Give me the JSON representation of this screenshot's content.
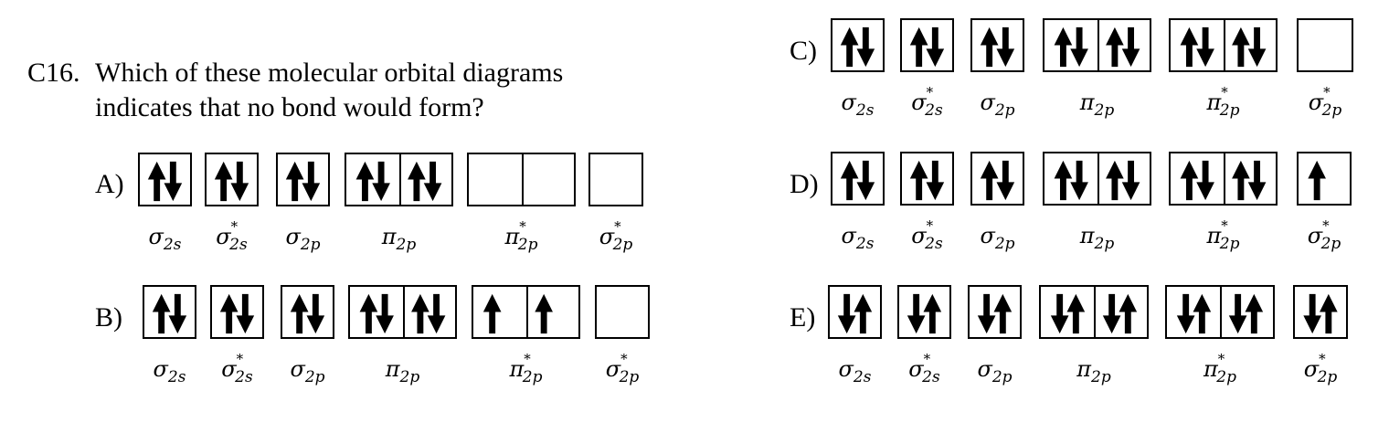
{
  "question": {
    "number": "C16.",
    "line1": "Which of these molecular orbital diagrams",
    "line2": "indicates that no bond would form?"
  },
  "orbital_symbols": {
    "sigma": "σ",
    "pi": "π",
    "sub_2s": "2s",
    "sub_2p": "2p",
    "star": "*"
  },
  "options": [
    {
      "letter": "A)",
      "orbitals": [
        {
          "base": "σ",
          "sub": "2s",
          "star": false,
          "spins": [
            "ud"
          ]
        },
        {
          "base": "σ",
          "sub": "2s",
          "star": true,
          "spins": [
            "ud"
          ]
        },
        {
          "base": "σ",
          "sub": "2p",
          "star": false,
          "spins": [
            "ud"
          ]
        },
        {
          "base": "π",
          "sub": "2p",
          "star": false,
          "spins": [
            "ud",
            "ud"
          ]
        },
        {
          "base": "π",
          "sub": "2p",
          "star": true,
          "spins": [
            "",
            ""
          ]
        },
        {
          "base": "σ",
          "sub": "2p",
          "star": true,
          "spins": [
            ""
          ]
        }
      ]
    },
    {
      "letter": "B)",
      "orbitals": [
        {
          "base": "σ",
          "sub": "2s",
          "star": false,
          "spins": [
            "ud"
          ]
        },
        {
          "base": "σ",
          "sub": "2s",
          "star": true,
          "spins": [
            "ud"
          ]
        },
        {
          "base": "σ",
          "sub": "2p",
          "star": false,
          "spins": [
            "ud"
          ]
        },
        {
          "base": "π",
          "sub": "2p",
          "star": false,
          "spins": [
            "ud",
            "ud"
          ]
        },
        {
          "base": "π",
          "sub": "2p",
          "star": true,
          "spins": [
            "u",
            "u"
          ]
        },
        {
          "base": "σ",
          "sub": "2p",
          "star": true,
          "spins": [
            ""
          ]
        }
      ]
    },
    {
      "letter": "C)",
      "orbitals": [
        {
          "base": "σ",
          "sub": "2s",
          "star": false,
          "spins": [
            "ud"
          ]
        },
        {
          "base": "σ",
          "sub": "2s",
          "star": true,
          "spins": [
            "ud"
          ]
        },
        {
          "base": "σ",
          "sub": "2p",
          "star": false,
          "spins": [
            "ud"
          ]
        },
        {
          "base": "π",
          "sub": "2p",
          "star": false,
          "spins": [
            "ud",
            "ud"
          ]
        },
        {
          "base": "π",
          "sub": "2p",
          "star": true,
          "spins": [
            "ud",
            "ud"
          ]
        },
        {
          "base": "σ",
          "sub": "2p",
          "star": true,
          "spins": [
            ""
          ]
        }
      ]
    },
    {
      "letter": "D)",
      "orbitals": [
        {
          "base": "σ",
          "sub": "2s",
          "star": false,
          "spins": [
            "ud"
          ]
        },
        {
          "base": "σ",
          "sub": "2s",
          "star": true,
          "spins": [
            "ud"
          ]
        },
        {
          "base": "σ",
          "sub": "2p",
          "star": false,
          "spins": [
            "ud"
          ]
        },
        {
          "base": "π",
          "sub": "2p",
          "star": false,
          "spins": [
            "ud",
            "ud"
          ]
        },
        {
          "base": "π",
          "sub": "2p",
          "star": true,
          "spins": [
            "ud",
            "ud"
          ]
        },
        {
          "base": "σ",
          "sub": "2p",
          "star": true,
          "spins": [
            "u"
          ]
        }
      ]
    },
    {
      "letter": "E)",
      "orbitals": [
        {
          "base": "σ",
          "sub": "2s",
          "star": false,
          "spins": [
            "du"
          ]
        },
        {
          "base": "σ",
          "sub": "2s",
          "star": true,
          "spins": [
            "du"
          ]
        },
        {
          "base": "σ",
          "sub": "2p",
          "star": false,
          "spins": [
            "du"
          ]
        },
        {
          "base": "π",
          "sub": "2p",
          "star": false,
          "spins": [
            "du",
            "du"
          ]
        },
        {
          "base": "π",
          "sub": "2p",
          "star": true,
          "spins": [
            "du",
            "du"
          ]
        },
        {
          "base": "σ",
          "sub": "2p",
          "star": true,
          "spins": [
            "du"
          ]
        }
      ]
    }
  ]
}
